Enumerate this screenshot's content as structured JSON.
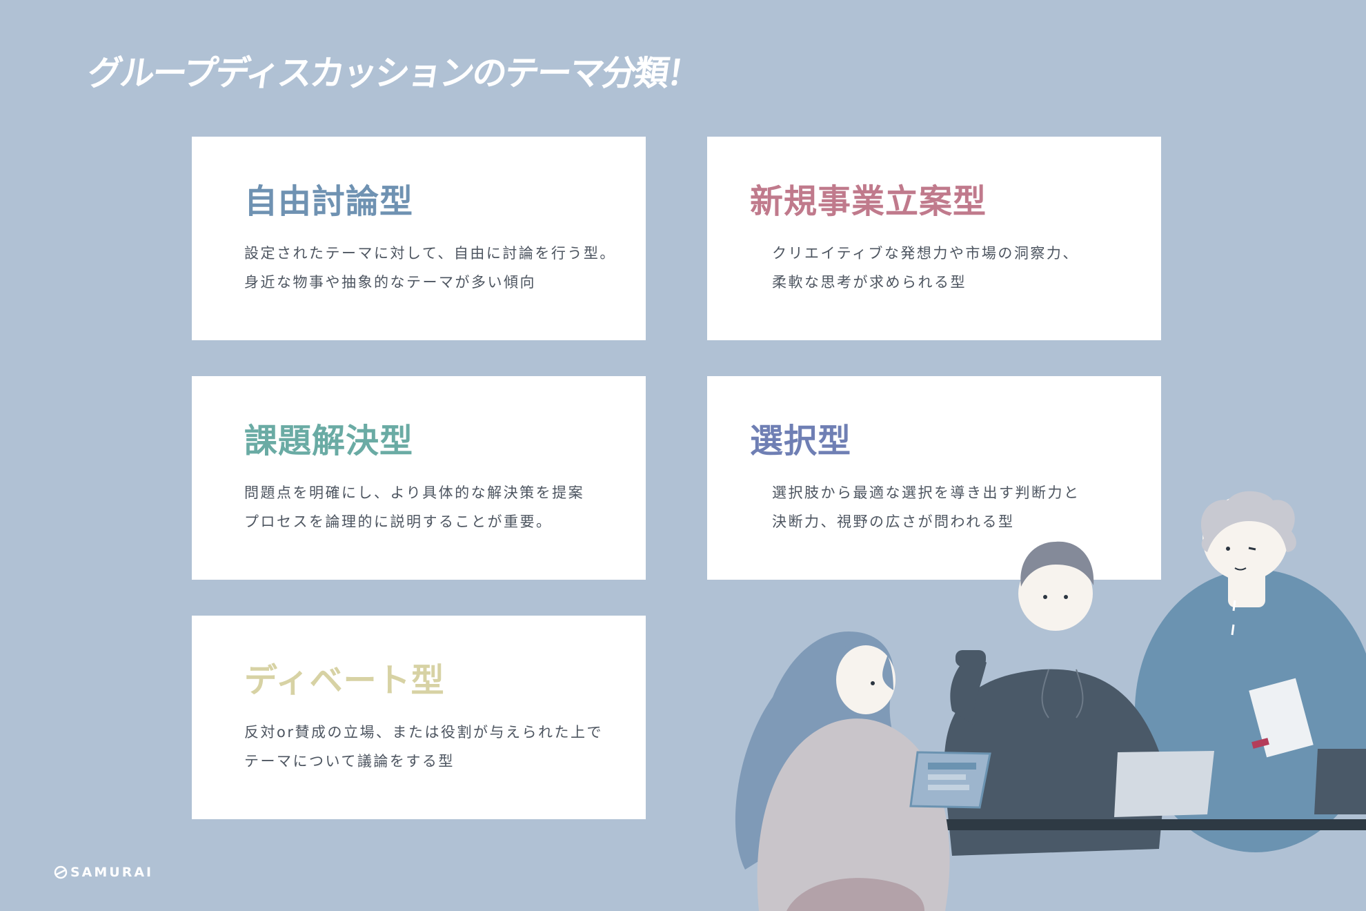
{
  "page_title": "グループディスカッションのテーマ分類！",
  "cards": [
    {
      "title": "自由討論型",
      "line1": "設定されたテーマに対して、自由に討論を行う型。",
      "line2": "身近な物事や抽象的なテーマが多い傾向",
      "color": "#6f92b2"
    },
    {
      "title": "新規事業立案型",
      "line1": "クリエイティブな発想力や市場の洞察力、",
      "line2": "柔軟な思考が求められる型",
      "color": "#c07a8c"
    },
    {
      "title": "課題解決型",
      "line1": "問題点を明確にし、より具体的な解決策を提案",
      "line2": "プロセスを論理的に説明することが重要。",
      "color": "#6aaba4"
    },
    {
      "title": "選択型",
      "line1": "選択肢から最適な選択を導き出す判断力と",
      "line2": "決断力、視野の広さが問われる型",
      "color": "#6f7fb4"
    },
    {
      "title": "ディベート型",
      "line1": "反対or賛成の立場、または役割が与えられた上で",
      "line2": "テーマについて議論をする型",
      "color": "#d7d2a4"
    }
  ],
  "brand": {
    "name": "SAMURAI",
    "icon": "samurai-logo-icon"
  },
  "colors": {
    "background": "#b0c1d4",
    "card": "#ffffff",
    "text": "#4d5560"
  }
}
